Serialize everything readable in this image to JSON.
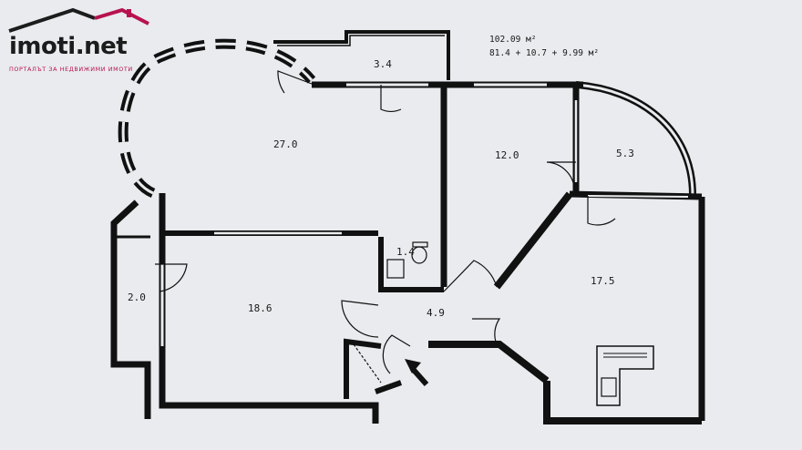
{
  "brand": {
    "name": "imoti.net",
    "tagline": "ПОРТАЛЪТ ЗА НЕДВИЖИМИ ИМОТИ",
    "roof_color": "#b7124f",
    "text_color": "#1c1c1c"
  },
  "plan": {
    "total_area": "102.09 м²",
    "area_breakdown": "81.4 + 10.7 + 9.99 м²",
    "rooms": [
      {
        "id": "balcony-top",
        "label": "3.4"
      },
      {
        "id": "living",
        "label": "27.0"
      },
      {
        "id": "room-center",
        "label": "12.0"
      },
      {
        "id": "balcony-right",
        "label": "5.3"
      },
      {
        "id": "kitchen",
        "label": "17.5"
      },
      {
        "id": "bathroom",
        "label": "1.4"
      },
      {
        "id": "hall",
        "label": "4.9"
      },
      {
        "id": "bedroom",
        "label": "18.6"
      },
      {
        "id": "balcony-left",
        "label": "2.0"
      }
    ]
  }
}
